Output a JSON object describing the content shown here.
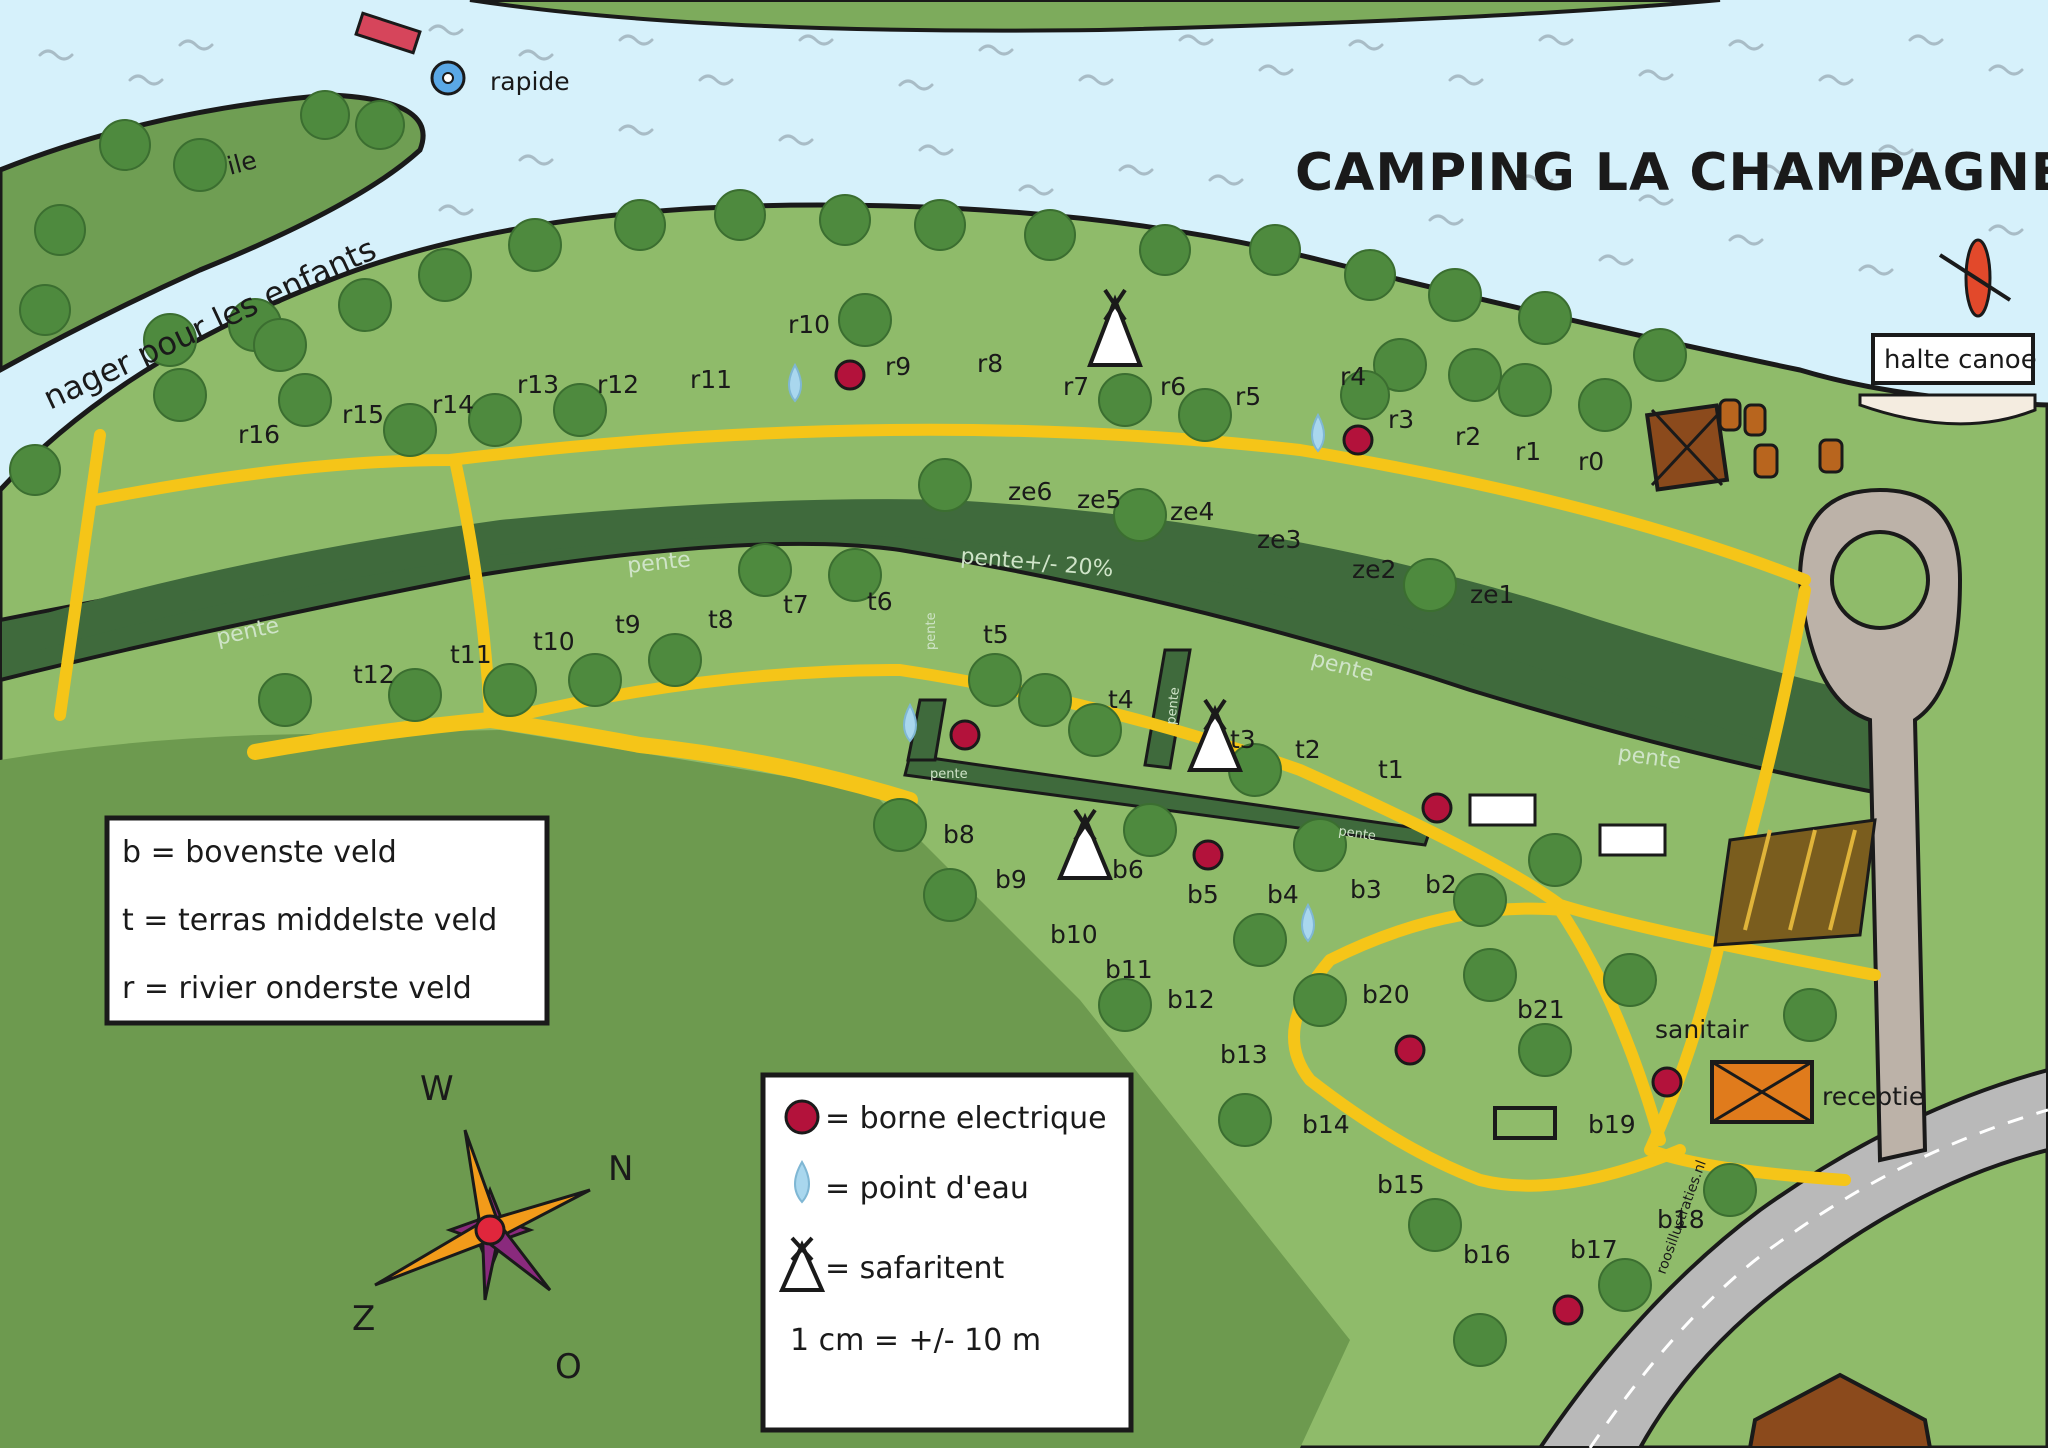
{
  "title": "CAMPING LA CHAMPAGNE",
  "river_labels": {
    "rapide": "rapide",
    "ile": "ile",
    "nager": "nager pour les enfants",
    "halte_canoe": "halte canoe"
  },
  "terrain_labels": {
    "pente": "pente",
    "pente_20": "pente+/- 20%"
  },
  "pitches": {
    "r": [
      "r0",
      "r1",
      "r2",
      "r3",
      "r4",
      "r5",
      "r6",
      "r7",
      "r8",
      "r9",
      "r10",
      "r11",
      "r12",
      "r13",
      "r14",
      "r15",
      "r16"
    ],
    "ze": [
      "ze1",
      "ze2",
      "ze3",
      "ze4",
      "ze5",
      "ze6"
    ],
    "t": [
      "t1",
      "t2",
      "t3",
      "t4",
      "t5",
      "t6",
      "t7",
      "t8",
      "t9",
      "t10",
      "t11",
      "t12"
    ],
    "b": [
      "b2",
      "b3",
      "b4",
      "b5",
      "b6",
      "b8",
      "b9",
      "b10",
      "b11",
      "b12",
      "b13",
      "b14",
      "b15",
      "b16",
      "b17",
      "b18",
      "b19",
      "b20",
      "b21"
    ]
  },
  "facilities": {
    "sanitair": "sanitair",
    "receptie": "receptie"
  },
  "legend_fields": [
    "b = bovenste veld",
    "t = terras  middelste veld",
    "r = rivier  onderste veld"
  ],
  "legend_symbols": {
    "borne": "= borne electrique",
    "eau": "= point d'eau",
    "safari": "= safaritent",
    "scale": "1 cm = +/- 10 m"
  },
  "compass": {
    "n": "N",
    "o": "O",
    "z": "Z",
    "w": "W"
  },
  "credit": "roosillustraties.nl",
  "colors": {
    "water": "#d6f1fb",
    "grass": "#7dab5c",
    "grass_light": "#8fbb6a",
    "slope": "#3f6a3c",
    "path": "#f5c518",
    "road": "#b9b9b9",
    "tree": "#4e8a3e",
    "borne": "#b3123b",
    "drop": "#a9d7ee"
  }
}
